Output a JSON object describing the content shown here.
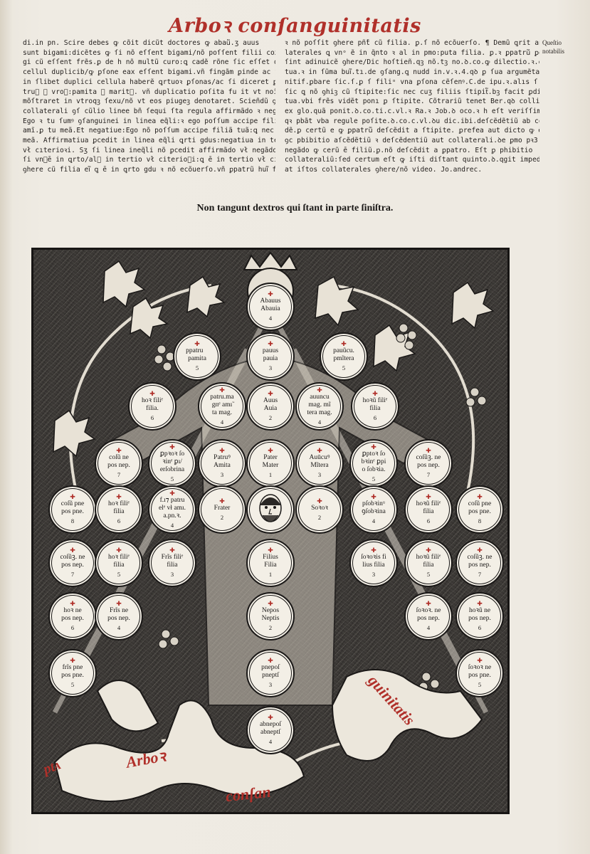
{
  "running_head": "Arboꝛ conſanguinitatis",
  "left_column": [
    "di.in pn. Scire debes ꝙ cõit dicũt doctores ꝙ abau᷑.ʒ auus",
    "sunt bigami:dicẽtes ꝙ ſi nõ eſſent bigami/nõ poſſent filii cox ꝑiũ",
    "gi cũ eſſent frẽs.ꝑ de h nõ multũ curo:ꝗ cadẽ rõne ſic eſſet de aliis",
    "cellul duplicib/ꝙ ꝑſone eax eſſent bigami.vñ fingãm ꝑinde ac ſi",
    "in ſlibet duplici cellula haberẽ ꝗrtuoꝛ ꝑſonas/ac ſi diceret ꝑpa",
    "tru᷑ ꝛ vroꝛ:pamita ꝛ marit᷑. vñ duplicatio poſita fu it vt noĩa de-",
    "mõſtraret in vtroqꝫ ſexu/nõ vt eos piugeꝫ denotaret. Scieñdũ ꝙ in",
    "collaterali ꝯſ cũlio linee bñ ſequi ſta regula affirmãdo ꝛ negãdo.",
    "Ego ꝛ tu ſumꝰ ꝯſanguinei in linea eq̃li:ꝛ ego poſſum accipe filiã",
    "amı̃.ꝑ tu meã.Et negatiue:Ego nõ poſſum accipe filiã tuã:ꝗ nec tu",
    "meã. Affirmatiua ꝑcedit in linea eq̃li ꝗrti gdus:negatiua in tertio",
    "vł cıterioꝛi. Sʒ ſi linea ineq̃li nõ ꝑcedit affirmãdo vł negãdo:ꝗ",
    "ſi vn᷑ē in ꝗrto/al᷑ in tertio vł citerioꝛi:ꝗ ē in tertio vł citerioꝛi pot",
    "ꝯhere cũ filia eı᷑ ꝗ ē in ꝗrto gdu ꝛ nõ ecõuerſo.vñ ꝑpatrũ hui᷑ fili᷑"
  ],
  "right_column": [
    "ꝛ nõ poſſit ꝯhere pñ̄t cũ filia. ꝑ.ſ nõ ecõuerſo. ¶ Demũ ꝗrit an col",
    "laterales ꝗ vnᵒ ẽ in q̃nto ꝛ al in pmo:puta filia. ꝑ.ꝛ ꝑpatru᷑ ꝑof",
    "ſint adinuicẽ ꝯhere/Dic hoſtieñ.qꝫ nõ.tꝫ no.ꝺ.co.ꝙ dilectio.ꝛ.c.",
    "tua.ꝛ in ſũma bui᷑.tı.de ꝯſang.ꝗ nudd in.v.ꝛ.4.qꝺ ꝑ ſua argumẽta",
    "nitif.ꝑbare ſic.ſ.ꝑ ſ filiᵒ vna ꝑſona cẽſenꝰ.C.de ipu.ꝛ.alıs ſ.b.l.vl.",
    "ſic ꝗ nõ ꝯhiꝫ cũ ſtipite:ſic nec cuʒ filiis ſtipit᷑.bꝫ facit ꝑdicta decre.",
    "tua.vbi frẽs vidẽt ponı ꝑ ſtipite. Cõtrariũ tenet Ber.qꝺ colligit",
    "ex glo.quã ponit.ꝺ.co.ti.c.vl.ꝛ Ra.ꝛ Job.ꝺ oco.ꝛ h eſt veriſſimũ.",
    "qꝛ pbãt vba regule poſite.ꝺ.co.c.vl.ꝺu dic.ibi.deſcẽdẽtiũ ab co-",
    "dẽ.ꝑ certũ e ꝙ ꝑpatru᷑ deſcẽdit a ſtipite. ꝑrefea aut dicto ꝙ ē inl",
    "ꝯc pbibitio aſcẽdẽtiũ ꝛ deſcẽdentiũ aut collaterali.ꝺe ꝑmo pꝛ3",
    "negãdo ꝙ cerũ ē filiũ.ꝑ.nõ deſcẽdit a ꝑpatro. Eſt ꝑ phibitio",
    "collateraliũ:ſed certum eſt ꝙ iſti diſtant quinto.ꝺ.qgit impedi",
    "at iſtos collaterales ꝯhere/nõ video. Jo.andrec."
  ],
  "marginal_note": [
    "Queſtio",
    "notabilis"
  ],
  "motto": "Non tangunt dextros qui ſtant in parte ſiniſtra.",
  "tree": {
    "nodes": {
      "abauus": {
        "t1": "Abauus",
        "t2": "Abauia",
        "deg": "4"
      },
      "ppatruus_l": {
        "t1": "ppatru᷑",
        "t2": "pamita",
        "deg": "5"
      },
      "pauus": {
        "t1": "pauus",
        "t2": "pauia",
        "deg": "3"
      },
      "ppatruus_r": {
        "t1": "pauũcu.",
        "t2": "pmĩtera",
        "deg": "5"
      },
      "hoz_filia_l6": {
        "t1": "hoꝛ filiᵉ",
        "t2": "filia.",
        "deg": "6"
      },
      "patruus_mag": {
        "t1": "patru.ma",
        "t2": "gnᵉ amı̃",
        "t3": "ta mag.",
        "deg": "4"
      },
      "auus": {
        "t1": "Auus",
        "t2": "Auia",
        "deg": "2"
      },
      "auunculus_mag": {
        "t1": "auuncu",
        "t2": "mag. mĩ",
        "t3": "tera mag.",
        "deg": "4"
      },
      "hoz_filia_r6": {
        "t1": "hoꝛũ filiᵉ",
        "t2": "filia",
        "deg": "6"
      },
      "consob_l7": {
        "t1": "coſũ ne",
        "t2": "pos nep.",
        "deg": "7"
      },
      "pp_ozin": {
        "t1": "ꝑpꝛoꝛ ſo",
        "t2": "ꝛinᵉ ꝑı/",
        "t3": "erſobrina",
        "deg": "5"
      },
      "patruus": {
        "t1": "Patruꝰ",
        "t2": "Amita",
        "deg": "3"
      },
      "pater": {
        "t1": "Pater",
        "t2": "Mater",
        "deg": "1"
      },
      "auunculus": {
        "t1": "Auūcuꝰ",
        "t2": "Mĩtera",
        "deg": "3"
      },
      "pptiosobr": {
        "t1": "ꝑptoꝛ ſo",
        "t2": "bꝛinᵉ ꝑpi",
        "t3": "o ſobꝛia.",
        "deg": "5"
      },
      "consob_r7": {
        "t1": "coſũꝫ. ne",
        "t2": "pos nep.",
        "deg": "7"
      },
      "consob_l8": {
        "t1": "coſũ pne",
        "t2": "pos pne.",
        "deg": "8"
      },
      "hoz_filia_l6b": {
        "t1": "hoꝛ filiᵉ",
        "t2": "filia",
        "deg": "6"
      },
      "fat_patru": {
        "t1": "f.ı⁊ patru",
        "t2": "elᵉ vł amı.",
        "t3": "a.pn.ꝛ.",
        "deg": "4"
      },
      "frater": {
        "t1": "Frater",
        "t2": "",
        "deg": "2"
      },
      "ego_face": {
        "t1": "",
        "t2": "",
        "deg": ""
      },
      "soror": {
        "t1": "Soꝛoꝛ",
        "t2": "",
        "deg": "2"
      },
      "psobrini": {
        "t1": "pſobꝛinᵘ",
        "t2": "ꝯſobꝛina",
        "deg": "4"
      },
      "hoz_filia_r6b": {
        "t1": "hoꝛũ filiᵉ",
        "t2": "filia",
        "deg": "6"
      },
      "consob_r8": {
        "t1": "coſũ pne",
        "t2": "pos pne.",
        "deg": "8"
      },
      "consob_l7b": {
        "t1": "coſũꝫ. ne",
        "t2": "pos nep.",
        "deg": "7"
      },
      "hoz_filia_l5": {
        "t1": "hoꝛ filiᵉ",
        "t2": "filia",
        "deg": "5"
      },
      "frat_filia_l3": {
        "t1": "Frĩs filiᵉ",
        "t2": "filia",
        "deg": "3"
      },
      "filius": {
        "t1": "Filius",
        "t2": "Filia",
        "deg": "1"
      },
      "sororis_filius": {
        "t1": "ſoꝛoꝛis fi",
        "t2": "lius filia",
        "deg": "3"
      },
      "hoz_filia_r5": {
        "t1": "hoꝛũ filiᵉ",
        "t2": "filia",
        "deg": "5"
      },
      "consob_r7b": {
        "t1": "coſũꝫ. ne",
        "t2": "pos nep.",
        "deg": "7"
      },
      "hoz_nep_l6": {
        "t1": "hoꝛ ne",
        "t2": "pos nep.",
        "deg": "6"
      },
      "fris_nep_l4": {
        "t1": "Frĩs ne",
        "t2": "pos nep.",
        "deg": "4"
      },
      "nepos": {
        "t1": "Nepos",
        "t2": "Neptis",
        "deg": "2"
      },
      "soror_nep_r4": {
        "t1": "ſoꝛoꝛ. ne",
        "t2": "pos nep.",
        "deg": "4"
      },
      "hoz_nep_r6": {
        "t1": "hoꝛũ ne",
        "t2": "pos nep.",
        "deg": "6"
      },
      "fris_pne_l5": {
        "t1": "frĩs pne",
        "t2": "pos pne.",
        "deg": "5"
      },
      "pronepos": {
        "t1": "pnepoſ",
        "t2": "pneptſ",
        "deg": "3"
      },
      "soror_pne_r5": {
        "t1": "ſoꝛoꝛ ne",
        "t2": "pos pne.",
        "deg": "5"
      },
      "abnepos": {
        "t1": "abnepoſ",
        "t2": "abneptſ",
        "deg": "4"
      }
    },
    "mark": "✚",
    "ribbon": {
      "word1": "Arboꝛ",
      "word2": "conſan",
      "word3": "guinitatis",
      "left_frag": "ptᴀ"
    }
  },
  "colors": {
    "rubric_red": "#b0302a",
    "ink": "#1a1817",
    "paper": "#efebe3",
    "woodcut_dark": "#3a3734"
  }
}
